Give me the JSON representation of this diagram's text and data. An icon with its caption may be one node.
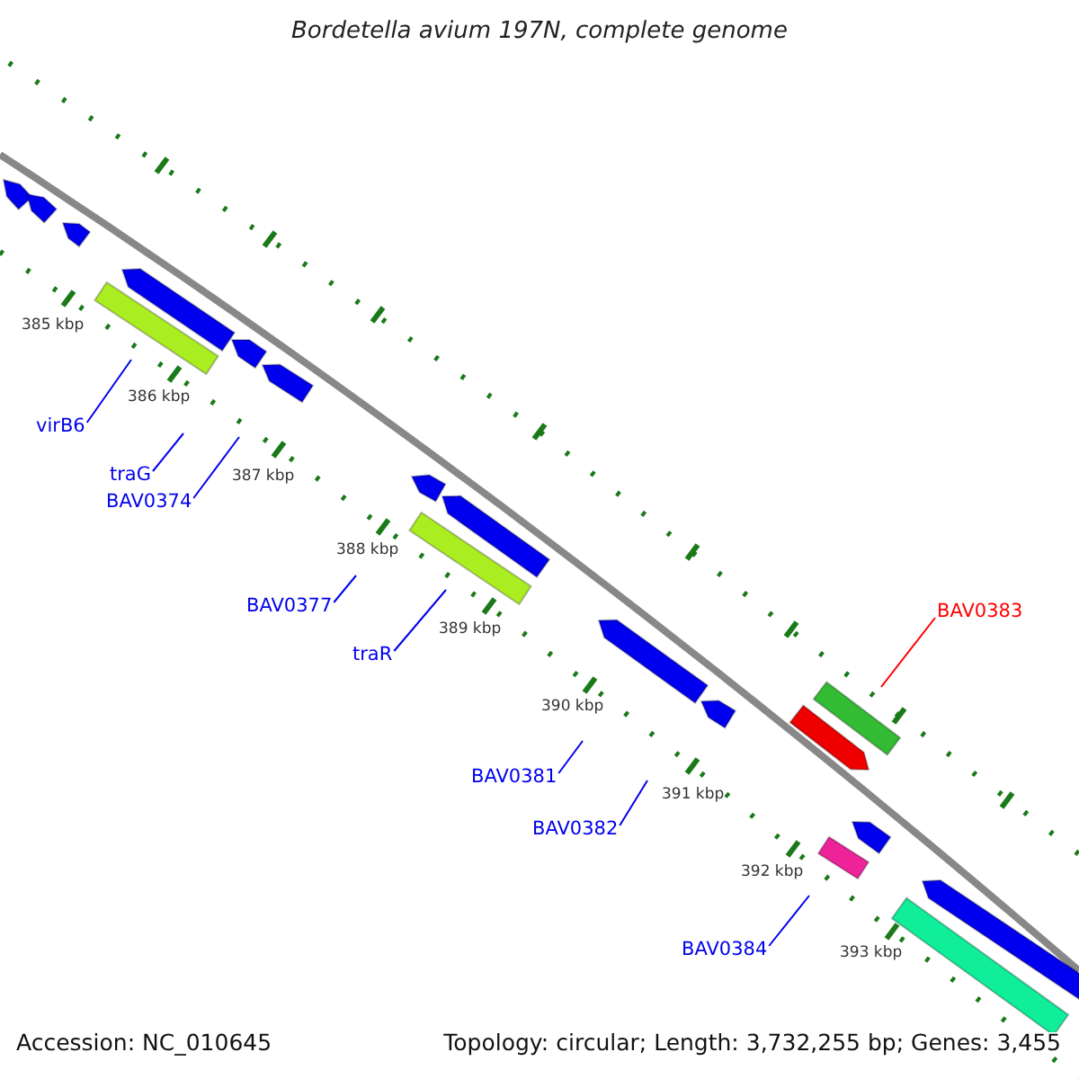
{
  "diagram": {
    "title": "Bordetella avium 197N, complete genome",
    "nodes": [
      {
        "text": [
          "virB6"
        ]
      },
      {
        "text": [
          "traG"
        ]
      },
      {
        "text": [
          "BAV0374"
        ]
      },
      {
        "text": [
          "BAV0377"
        ]
      },
      {
        "text": [
          "traR"
        ]
      },
      {
        "text": [
          "BAV0381"
        ]
      },
      {
        "text": [
          "BAV0382"
        ]
      },
      {
        "text": [
          "BAV0383"
        ]
      },
      {
        "text": [
          "BAV0384"
        ]
      }
    ],
    "edges": [
      {
        "from": 0,
        "to": null,
        "arrow": "none"
      },
      {
        "from": 1,
        "to": null,
        "arrow": "none"
      },
      {
        "from": 2,
        "to": null,
        "arrow": "none"
      },
      {
        "from": 3,
        "to": null,
        "arrow": "none"
      },
      {
        "from": 4,
        "to": null,
        "arrow": "none"
      },
      {
        "from": 5,
        "to": null,
        "arrow": "none"
      },
      {
        "from": 6,
        "to": null,
        "arrow": "none"
      },
      {
        "from": 7,
        "to": null,
        "arrow": "none",
        "color": "#ff0000"
      },
      {
        "from": 8,
        "to": null,
        "arrow": "none"
      }
    ],
    "labels": [
      "385 kbp",
      "386 kbp",
      "387 kbp",
      "388 kbp",
      "389 kbp",
      "390 kbp",
      "391 kbp",
      "392 kbp",
      "393 kbp",
      "Accession: NC_010645",
      "Topology: circular; Length: 3,732,255 bp; Genes: 3,455"
    ]
  }
}
